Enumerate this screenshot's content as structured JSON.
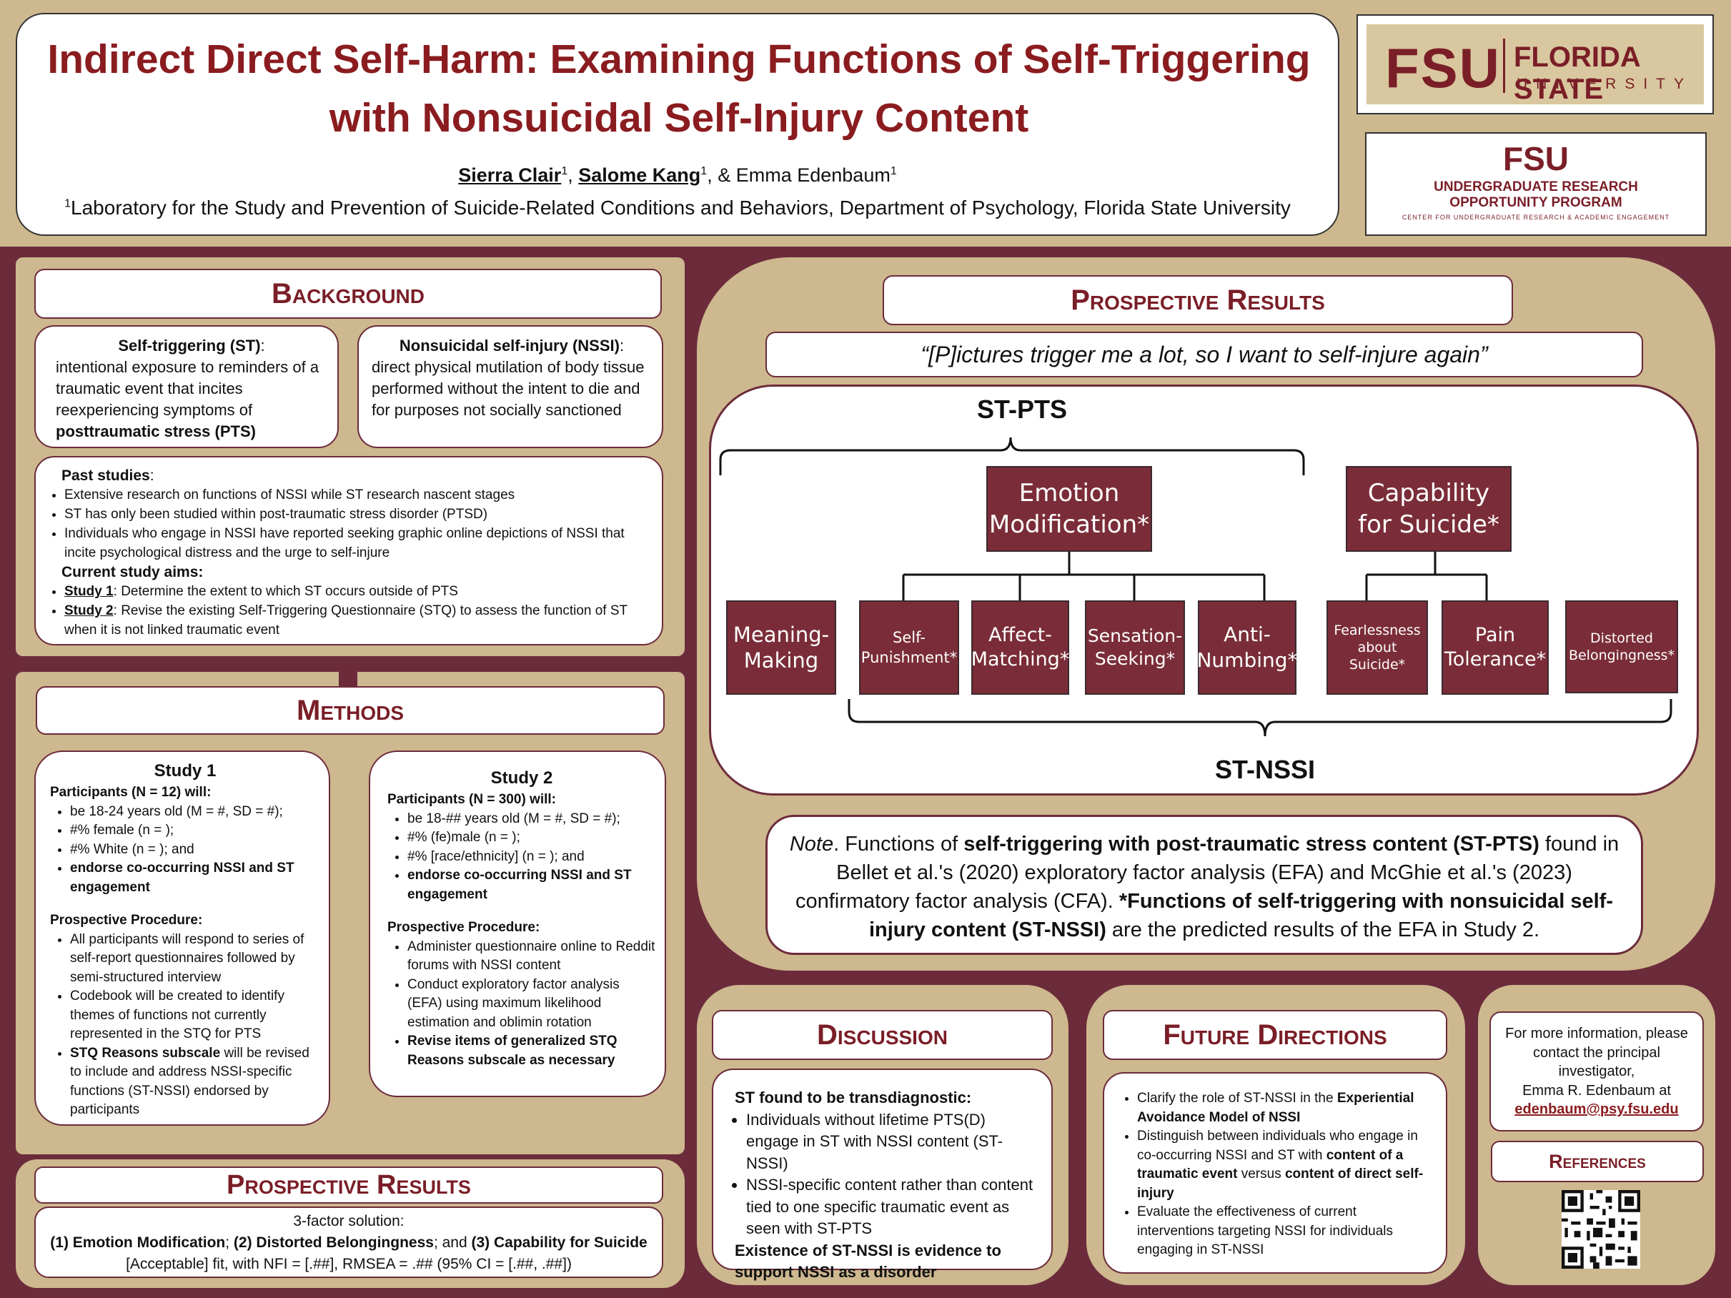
{
  "title": {
    "line1": "Indirect Direct Self-Harm: Examining Functions of Self-Triggering",
    "line2": "with Nonsuicidal Self-Injury Content"
  },
  "authors": {
    "a1": "Sierra Clair",
    "a2": "Salome Kang",
    "a3": "& Emma Edenbaum",
    "sup": "1"
  },
  "affiliation": "Laboratory for the Study and Prevention of Suicide-Related Conditions and Behaviors, Department of Psychology, Florida State University",
  "logos": {
    "fsu_mark": "FSU",
    "fsu_name_line1": "FLORIDA STATE",
    "fsu_name_line2": "UNIVERSITY",
    "urop_mark": "FSU",
    "urop_line1": "UNDERGRADUATE RESEARCH",
    "urop_line2": "OPPORTUNITY PROGRAM",
    "urop_line3": "CENTER FOR UNDERGRADUATE RESEARCH & ACADEMIC ENGAGEMENT"
  },
  "background": {
    "heading": "Background",
    "st_term": "Self-triggering (ST)",
    "st_def": "intentional exposure to reminders of a traumatic event that incites reexperiencing symptoms of",
    "st_def_bold": "posttraumatic stress (PTS)",
    "nssi_term": "Nonsuicidal self-injury (NSSI)",
    "nssi_def": "direct physical mutilation of body tissue performed without the intent to die and for purposes not socially sanctioned",
    "past_label": "Past studies",
    "past_items": [
      "Extensive research on functions of NSSI while ST research nascent stages",
      "ST has only been studied within post-traumatic stress disorder (PTSD)",
      "Individuals who engage in NSSI have reported seeking graphic online depictions of NSSI that incite psychological distress and the urge to self-injure"
    ],
    "aims_label": "Current study aims:",
    "aim1_label": "Study 1",
    "aim1_text": "Determine the extent to which ST occurs outside of PTS",
    "aim2_label": "Study 2",
    "aim2_text": "Revise the existing Self-Triggering Questionnaire (STQ) to assess the function of ST when it is not linked traumatic event"
  },
  "methods": {
    "heading": "Methods",
    "study1": {
      "title": "Study 1",
      "participants": "Participants (N = 12) will:",
      "items": [
        "be 18-24 years old (M = #, SD = #);",
        "#% female (n = );",
        "#% White (n = ); and"
      ],
      "bold_item": "endorse co-occurring NSSI and ST engagement",
      "proc_label": "Prospective Procedure:",
      "proc_items": [
        "All participants will respond to series of self-report questionnaires followed by semi-structured interview",
        "Codebook will be created to identify themes of functions not currently represented in the STQ for PTS"
      ],
      "proc_last_bold": "STQ Reasons subscale",
      "proc_last_text": "will be revised to include and address NSSI-specific functions (ST-NSSI) endorsed by participants"
    },
    "study2": {
      "title": "Study 2",
      "participants": "Participants (N = 300) will:",
      "items": [
        "be 18-## years old (M = #, SD = #);",
        "#% (fe)male (n = );",
        "#% [race/ethnicity] (n = ); and"
      ],
      "bold_item": "endorse co-occurring NSSI and ST engagement",
      "proc_label": "Prospective Procedure:",
      "proc_items": [
        "Administer questionnaire online to Reddit forums with NSSI content",
        "Conduct exploratory factor analysis (EFA) using maximum likelihood estimation and oblimin rotation"
      ],
      "proc_last_bold": "Revise items of generalized STQ Reasons subscale as necessary"
    }
  },
  "prospective_results_left": {
    "heading": "Prospective Results",
    "line1": "3-factor solution:",
    "f1": "(1) Emotion Modification",
    "f2": "(2) Distorted Belongingness",
    "f3": "(3) Capability for Suicide",
    "sep1": "; ",
    "sep2": "; and ",
    "fit": "[Acceptable] fit, with NFI = [.##], RMSEA = .## (95% CI = [.##, .##])"
  },
  "prospective_results_right": {
    "heading": "Prospective Results",
    "quote": "“[P]ictures trigger me a lot, so I want to self-injure again”",
    "st_pts": "ST-PTS",
    "st_nssi": "ST-NSSI",
    "boxes": {
      "emotion_mod": "Emotion Modification*",
      "capability": "Capability for Suicide*",
      "meaning": "Meaning-Making",
      "self_pun": "Self-Punishment*",
      "affect": "Affect-Matching*",
      "sensation": "Sensation-Seeking*",
      "anti": "Anti-Numbing*",
      "fearless": "Fearlessness about Suicide*",
      "pain": "Pain Tolerance*",
      "distorted": "Distorted Belongingness*"
    },
    "note_italic": "Note",
    "note_a": ". Functions of ",
    "note_b": "self-triggering with post-traumatic stress content (ST-PTS)",
    "note_c": " found in Bellet et al.'s (2020) exploratory factor analysis (EFA) and McGhie et al.'s (2023) confirmatory factor analysis (CFA). ",
    "note_d": "*Functions of self-triggering with ",
    "note_e": "nonsuicidal self-injury content (ST-NSSI)",
    "note_f": " are the predicted results of the EFA in Study 2."
  },
  "discussion": {
    "heading": "Discussion",
    "lead": "ST found to be transdiagnostic:",
    "items": [
      "Individuals without lifetime PTS(D) engage in ST with NSSI content (ST-NSSI)",
      "NSSI-specific content rather than content tied to one specific traumatic event as seen with ST-PTS"
    ],
    "conclusion": "Existence of ST-NSSI is evidence to support NSSI as a disorder"
  },
  "future": {
    "heading": "Future Directions",
    "i1": "Clarify the role of ST-NSSI in the ",
    "i1b": "Experiential Avoidance Model of NSSI",
    "i2": "Distinguish between individuals who engage in co-occurring NSSI and ST with ",
    "i2b": "content of a traumatic event",
    "i2c": " versus ",
    "i2d": "content of direct self-injury",
    "i3": "Evaluate the effectiveness of current interventions targeting NSSI for individuals engaging in ST-NSSI"
  },
  "contact": {
    "text": "For more information, please contact the principal investigator,",
    "name": "Emma R. Edenbaum at",
    "email": "edenbaum@psy.fsu.edu"
  },
  "references": {
    "heading": "References"
  },
  "colors": {
    "maroon": "#6c2b3a",
    "garnet": "#7a1e27",
    "gold": "#cdb88f",
    "box": "#7a2d38"
  }
}
